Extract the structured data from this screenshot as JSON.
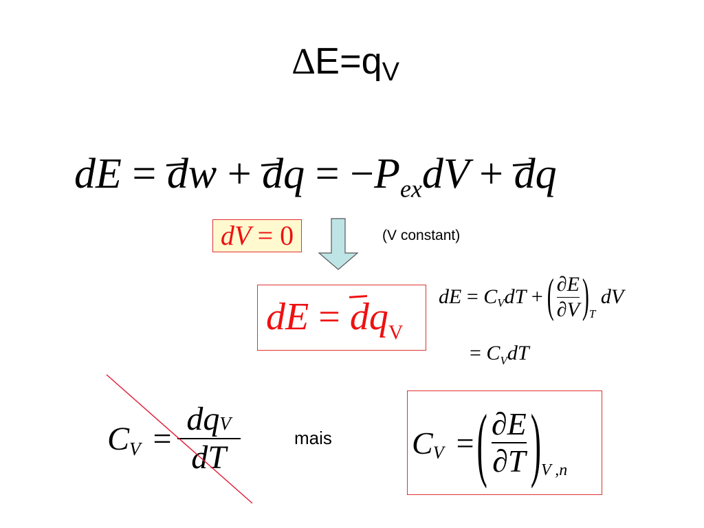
{
  "title": {
    "delta": "∆",
    "main": "E=q",
    "subscript": "V"
  },
  "equation_1": {
    "lhs": "dE",
    "eq1": "=",
    "term1_d": "d",
    "term1_var": "w",
    "plus1": "+",
    "term2_d": "d",
    "term2_var": "q",
    "eq2": "=",
    "minus": "−",
    "P": "P",
    "P_sub": "ex",
    "dV": "dV",
    "plus2": "+",
    "term3_d": "d",
    "term3_var": "q"
  },
  "condition_box": {
    "text": "dV",
    "eq": "=",
    "zero": "0",
    "border_color": "#e03030",
    "fill_color": "#fff9d0",
    "text_color": "#ee1111"
  },
  "arrow": {
    "fill_color": "#bfe4e6",
    "stroke_color": "#555555"
  },
  "condition_note": "(V constant)",
  "result_box": {
    "lhs": "dE",
    "eq": "=",
    "d": "d",
    "var": "q",
    "sub": "V",
    "color": "#ee1111"
  },
  "equation_2": {
    "line1": {
      "lhs": "dE",
      "eq": "=",
      "C": "C",
      "C_sub": "V",
      "dT": "dT",
      "plus": "+",
      "num": "∂E",
      "den": "∂V",
      "paren_sub": "T",
      "dV": "dV"
    },
    "line2": {
      "eq": "=",
      "C": "C",
      "C_sub": "V",
      "dT": "dT"
    }
  },
  "crossed_equation": {
    "C": "C",
    "C_sub": "V",
    "eq": "=",
    "num": "dq",
    "num_sub": "V",
    "den": "dT",
    "strike_color": "#e0203a"
  },
  "connector_word": "mais",
  "final_box": {
    "C": "C",
    "C_sub": "V",
    "eq": "=",
    "num": "∂E",
    "den": "∂T",
    "paren_sub": "V ,n",
    "border_color": "#e03030"
  }
}
